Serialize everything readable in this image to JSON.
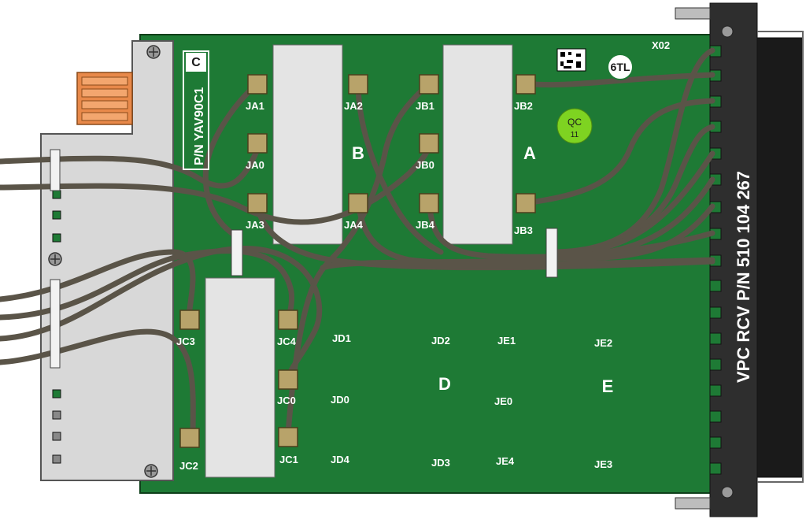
{
  "board": {
    "part_number": "P/N YAV90C1",
    "revision": "C",
    "slot": "X02",
    "front_panel_text": "VPC RCV P/N 510 104 267",
    "qc_label": "QC",
    "qc_sub": "11",
    "logo_text": "6TL"
  },
  "modules": {
    "A": "A",
    "B": "B",
    "D": "D",
    "E": "E"
  },
  "connectors": {
    "JA1": "JA1",
    "JA0": "JA0",
    "JA2": "JA2",
    "JA3": "JA3",
    "JB1": "JB1",
    "JB0": "JB0",
    "JB2": "JB2",
    "JB3": "JB3",
    "JB4": "JB4",
    "JA4": "JA4",
    "JC3": "JC3",
    "JC4": "JC4",
    "JC0": "JC0",
    "JC1": "JC1",
    "JC2": "JC2",
    "JD1": "JD1",
    "JD0": "JD0",
    "JD4": "JD4",
    "JD2": "JD2",
    "JD3": "JD3",
    "JE1": "JE1",
    "JE0": "JE0",
    "JE4": "JE4",
    "JE2": "JE2",
    "JE3": "JE3"
  },
  "colors": {
    "pcb": "#1e7a35",
    "bracket": "#d6d6d6",
    "cable": "#5a5448",
    "connector": "#b8a36a",
    "terminal": "#e8894a",
    "qc_sticker": "#7ed321"
  }
}
